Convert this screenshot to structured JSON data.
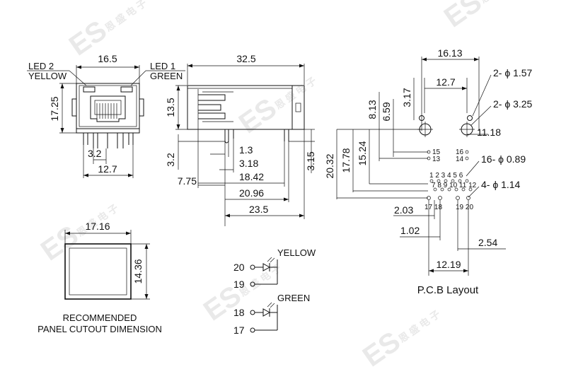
{
  "front_view": {
    "led2_line1": "LED 2",
    "led2_line2": "YELLOW",
    "led1_line1": "LED 1",
    "led1_line2": "GREEN",
    "width": "16.5",
    "height": "17.25",
    "pin_offset": "3.2",
    "pin_span": "12.7"
  },
  "side_view": {
    "length": "32.5",
    "height": "13.5",
    "dim_1_3": "1.3",
    "dim_3_18": "3.18",
    "dim_18_42": "18.42",
    "dim_20_96": "20.96",
    "dim_23_5": "23.5",
    "dim_7_75": "7.75",
    "dim_3_2": "3.2",
    "dim_3_15": "3.15"
  },
  "pcb_layout": {
    "title": "P.C.B Layout",
    "dim_16_13": "16.13",
    "dim_12_7": "12.7",
    "dim_3_17": "3.17",
    "dim_6_59": "6.59",
    "dim_8_13": "8.13",
    "dim_15_24": "15.24",
    "dim_17_78": "17.78",
    "dim_20_32": "20.32",
    "dim_11_18": "11.18",
    "dim_2_03": "2.03",
    "dim_1_02": "1.02",
    "dim_2_54": "2.54",
    "dim_12_19": "12.19",
    "hole_1_57": "2- ϕ 1.57",
    "hole_3_25": "2- ϕ 3.25",
    "hole_0_89": "16- ϕ 0.89",
    "hole_1_14": "4- ϕ 1.14",
    "pin_15": "15",
    "pin_16": "16",
    "pin_13": "13",
    "pin_14": "14",
    "pins_top_row": "1 2 3 4 5 6",
    "pins_bottom_row": "7 8 9 10 11 12",
    "pins_17_18": "17 18",
    "pins_19_20": "19 20"
  },
  "panel_cutout": {
    "width": "17.16",
    "height": "14.36",
    "caption_line1": "RECOMMENDED",
    "caption_line2": "PANEL CUTOUT DIMENSION"
  },
  "led_schematic": {
    "yellow_label": "YELLOW",
    "green_label": "GREEN",
    "pin_20": "20",
    "pin_19": "19",
    "pin_18": "18",
    "pin_17": "17"
  },
  "watermark": {
    "logo_text": "ES",
    "cn_text": "恩 盛 电 子"
  }
}
